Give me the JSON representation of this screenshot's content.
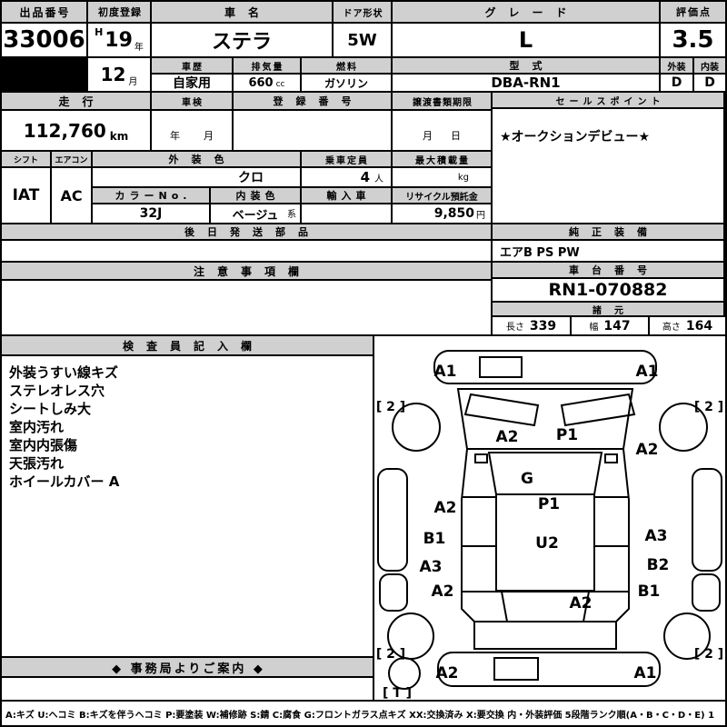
{
  "colors": {
    "header_bg": "#d0d0d0",
    "grid_line": "#000000",
    "paper": "#ffffff"
  },
  "top": {
    "auction_no_label": "出品番号",
    "auction_no": "33006",
    "first_reg_label": "初度登録",
    "era": "H",
    "reg_year": "19",
    "year_suffix": "年",
    "reg_month": "12",
    "month_suffix": "月",
    "car_name_label": "車名",
    "car_name": "ステラ",
    "door_label": "ドア形状",
    "door": "5W",
    "grade_label": "グレード",
    "grade": "L",
    "score_label": "評価点",
    "score": "3.5",
    "history_label": "車歴",
    "history": "自家用",
    "displacement_label": "排気量",
    "displacement": "660",
    "displacement_unit": "cc",
    "fuel_label": "燃料",
    "fuel": "ガソリン",
    "model_label": "型式",
    "model": "DBA-RN1",
    "exterior_label": "外装",
    "interior_label": "内装",
    "exterior_grade": "D",
    "interior_grade": "D"
  },
  "row2": {
    "mileage_label": "走行",
    "mileage": "112,760",
    "mileage_unit": "km",
    "shaken_label": "車検",
    "shaken_year_ph": "年",
    "shaken_month_ph": "月",
    "reg_no_label": "登録番号",
    "transfer_label": "譲渡書類期限",
    "transfer_month_ph": "月",
    "transfer_day_ph": "日",
    "sales_label": "セールスポイント",
    "sales_point": "★オークションデビュー★"
  },
  "row3": {
    "shift_label": "シフト",
    "shift": "IAT",
    "aircon_label": "エアコン",
    "aircon": "AC",
    "ext_color_label": "外装色",
    "ext_color": "クロ",
    "capacity_label": "乗車定員",
    "capacity": "4",
    "capacity_unit": "人",
    "max_load_label": "最大積載量",
    "max_load_unit": "kg",
    "color_no_label": "カラーNo.",
    "color_no": "32J",
    "int_color_label": "内装色",
    "int_color": "ベージュ",
    "int_color_suffix": "系",
    "import_label": "輸入車",
    "recycle_label": "リサイクル預託金",
    "recycle_amount": "9,850",
    "recycle_unit": "円"
  },
  "row4": {
    "later_parts_label": "後日発送部品",
    "genuine_label": "純正装備",
    "genuine_equipment": "エアB PS PW"
  },
  "row5": {
    "notes_label": "注意事項欄",
    "chassis_label": "車台番号",
    "chassis_no": "RN1-070882",
    "spec_label": "諸元",
    "length_label": "長さ",
    "length": "339",
    "width_label": "幅",
    "width": "147",
    "height_label": "高さ",
    "height": "164"
  },
  "inspector": {
    "label": "検査員記入欄",
    "notes": [
      "外装うすい線キズ",
      "ステレオレス穴",
      "シートしみ大",
      "室内汚れ",
      "室内内張傷",
      "天張汚れ",
      "ホイールカバー A"
    ]
  },
  "office": {
    "label": "◆ 事務局よりご案内 ◆"
  },
  "diagram": {
    "marks": [
      {
        "area": "front-bumper-left",
        "label": "A1"
      },
      {
        "area": "front-bumper-right",
        "label": "A1"
      },
      {
        "area": "front-left-tire",
        "label": "[ 2 ]"
      },
      {
        "area": "front-right-tire",
        "label": "[ 2 ]"
      },
      {
        "area": "hood-left",
        "label": "A2"
      },
      {
        "area": "hood-right",
        "label": "P1"
      },
      {
        "area": "right-front-fender",
        "label": "A2"
      },
      {
        "area": "windshield-glass",
        "label": "G"
      },
      {
        "area": "left-front-door",
        "label": "A2"
      },
      {
        "area": "roof-front",
        "label": "P1"
      },
      {
        "area": "left-rear-door",
        "label": "B1"
      },
      {
        "area": "roof-center",
        "label": "U2"
      },
      {
        "area": "right-rear-door",
        "label": "A3"
      },
      {
        "area": "left-rear-fender",
        "label": "A3"
      },
      {
        "area": "right-rear-fender",
        "label": "B2"
      },
      {
        "area": "left-quarter-panel",
        "label": "A2"
      },
      {
        "area": "right-quarter-panel",
        "label": "B1"
      },
      {
        "area": "trunk-lid",
        "label": "A2"
      },
      {
        "area": "rear-left-tire",
        "label": "[ 2 ]"
      },
      {
        "area": "rear-right-tire",
        "label": "[ 2 ]"
      },
      {
        "area": "rear-bumper-left",
        "label": "A2"
      },
      {
        "area": "rear-bumper-right",
        "label": "A1"
      },
      {
        "area": "spare-tire",
        "label": "[ T ]"
      }
    ]
  },
  "legend": {
    "text": "A:キズ U:ヘコミ B:キズを伴うヘコミ P:要塗装 W:補修跡 S:錆 C:腐食 G:フロントガラス点キズ XX:交換済み X:要交換  内・外装評価 5段階ランク順(A・B・C・D・E) 1"
  }
}
